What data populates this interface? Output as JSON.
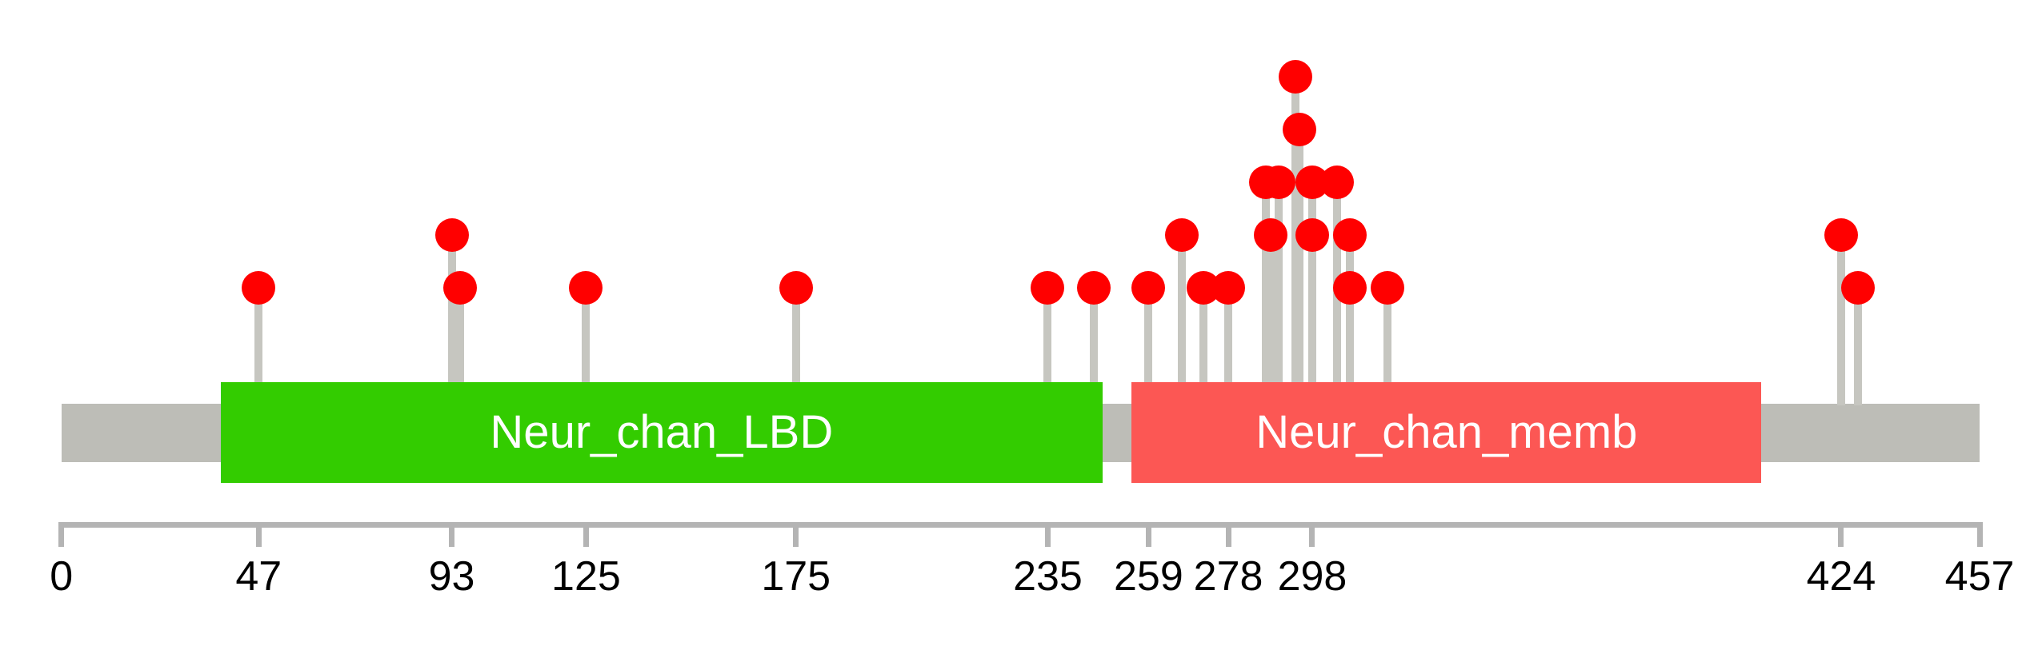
{
  "chart_data": {
    "type": "lollipop",
    "description": "Protein domain mutation lollipop plot",
    "protein_length": 457,
    "xlim": [
      0,
      457
    ],
    "axis_ticks": [
      0,
      47,
      93,
      125,
      175,
      235,
      259,
      278,
      298,
      424,
      457
    ],
    "domains": [
      {
        "name": "Neur_chan_LBD",
        "start": 38,
        "end": 248,
        "color": "#33CC00",
        "label_color": "#FFFFFF"
      },
      {
        "name": "Neur_chan_memb",
        "start": 255,
        "end": 405,
        "color": "#FC5754",
        "label_color": "#FFFFFF"
      }
    ],
    "mutations": [
      {
        "pos": 47,
        "level": 1
      },
      {
        "pos": 93,
        "level": 2
      },
      {
        "pos": 95,
        "level": 1
      },
      {
        "pos": 125,
        "level": 1
      },
      {
        "pos": 175,
        "level": 1
      },
      {
        "pos": 235,
        "level": 1
      },
      {
        "pos": 246,
        "level": 1
      },
      {
        "pos": 259,
        "level": 1
      },
      {
        "pos": 267,
        "level": 2
      },
      {
        "pos": 272,
        "level": 1
      },
      {
        "pos": 278,
        "level": 1
      },
      {
        "pos": 287,
        "level": 3
      },
      {
        "pos": 288,
        "level": 2
      },
      {
        "pos": 290,
        "level": 3
      },
      {
        "pos": 294,
        "level": 5
      },
      {
        "pos": 295,
        "level": 4
      },
      {
        "pos": 298,
        "level": 2
      },
      {
        "pos": 298,
        "level": 3
      },
      {
        "pos": 304,
        "level": 3
      },
      {
        "pos": 307,
        "level": 1
      },
      {
        "pos": 307,
        "level": 2
      },
      {
        "pos": 316,
        "level": 1
      },
      {
        "pos": 424,
        "level": 2
      },
      {
        "pos": 428,
        "level": 1
      }
    ],
    "colors": {
      "marker": "#FF0000",
      "stick": "#C6C6C0",
      "backbone": "#BDBDB7",
      "axis": "#B4B4B4",
      "tick_label": "#000000",
      "background": "#FFFFFF"
    }
  }
}
